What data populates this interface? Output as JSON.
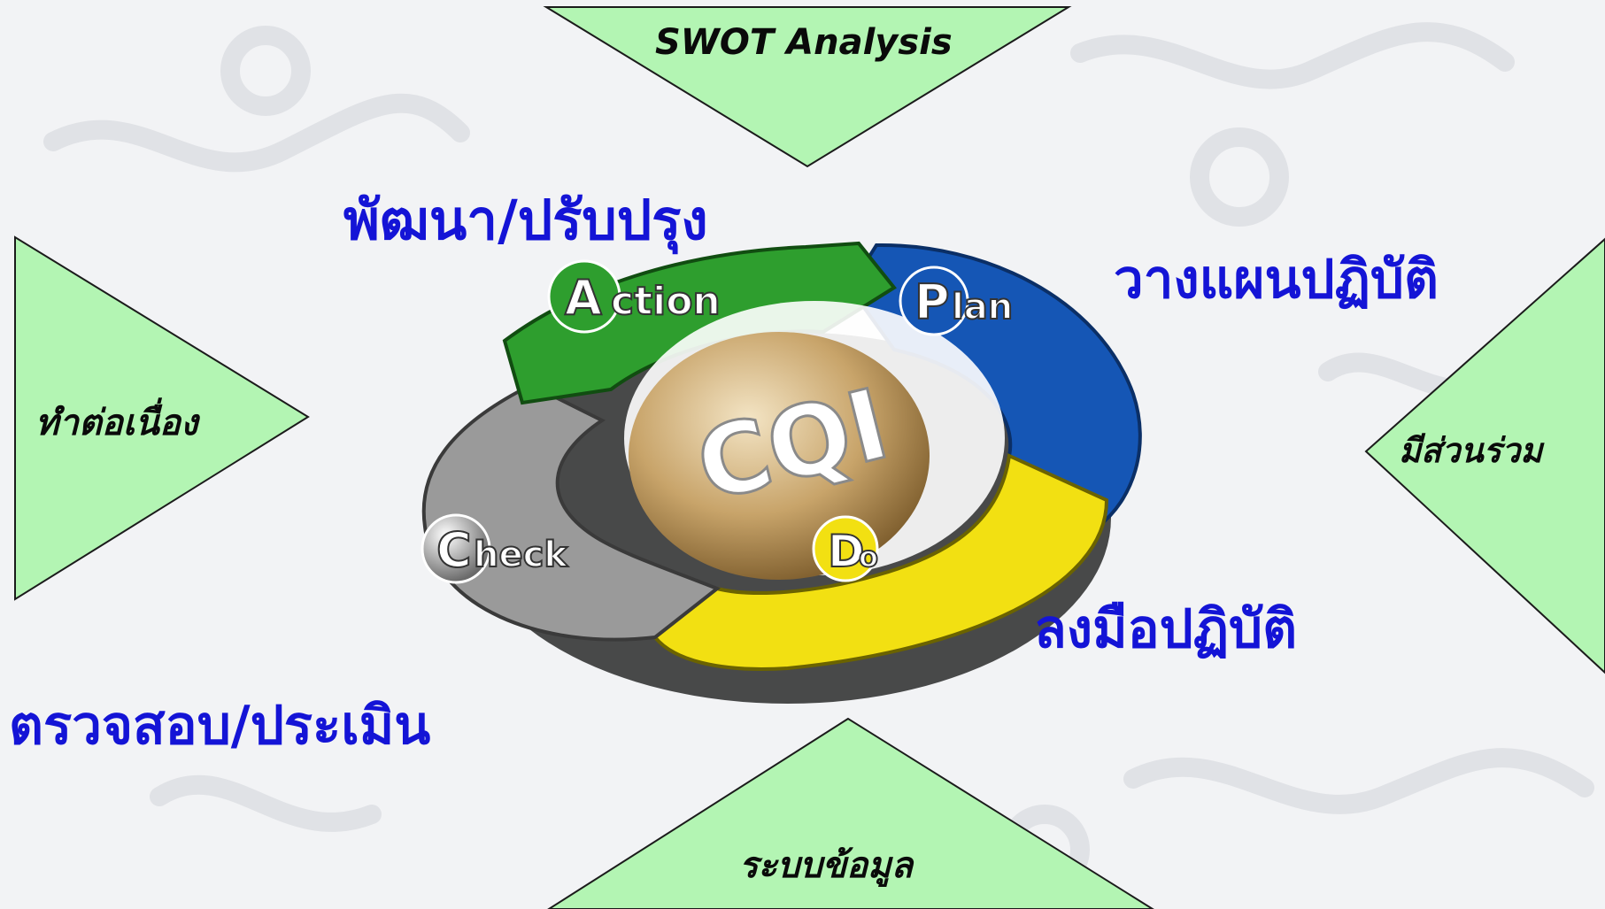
{
  "triangles": {
    "top": "SWOT Analysis",
    "left": "ทำต่อเนื่อง",
    "right": "มีส่วนร่วม",
    "bottom": "ระบบข้อมูล"
  },
  "labels": {
    "action": "พัฒนา/ปรับปรุง",
    "plan": "วางแผนปฏิบัติ",
    "do": "ลงมือปฏิบัติ",
    "check": "ตรวจสอบ/ประเมิน"
  },
  "cycle": {
    "center": "CQI",
    "action": {
      "initial": "A",
      "rest": "ction"
    },
    "plan": {
      "initial": "P",
      "rest": "lan"
    },
    "check": {
      "initial": "C",
      "rest": "heck"
    },
    "do": {
      "initial": "D",
      "rest": "o"
    }
  },
  "colors": {
    "triangle_fill": "#b3f5b3",
    "label_blue": "#1414d6",
    "action": "#2e9e2e",
    "plan": "#1556b5",
    "do": "#f2e012",
    "check": "#9a9a9a",
    "center": "#c8a46a"
  }
}
